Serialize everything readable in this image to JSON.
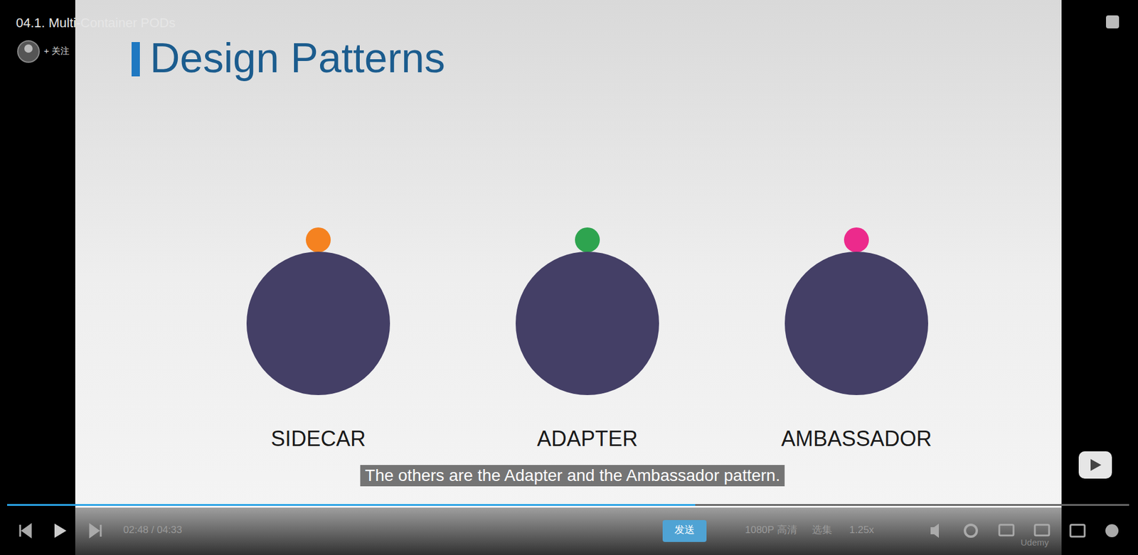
{
  "diagram": {
    "title": "Design Patterns",
    "nodes": [
      {
        "text": [
          "SIDECAR"
        ]
      },
      {
        "text": [
          "ADAPTER"
        ]
      },
      {
        "text": [
          "AMBASSADOR"
        ]
      }
    ],
    "labels": [
      "04.1. Multi-Container PODs",
      "+ 关注",
      "The others are the Adapter and the Ambassador pattern.",
      "02:48 / 04:33",
      "发送",
      "1080P 高清",
      "选集",
      "1.25x",
      "Udemy"
    ]
  }
}
